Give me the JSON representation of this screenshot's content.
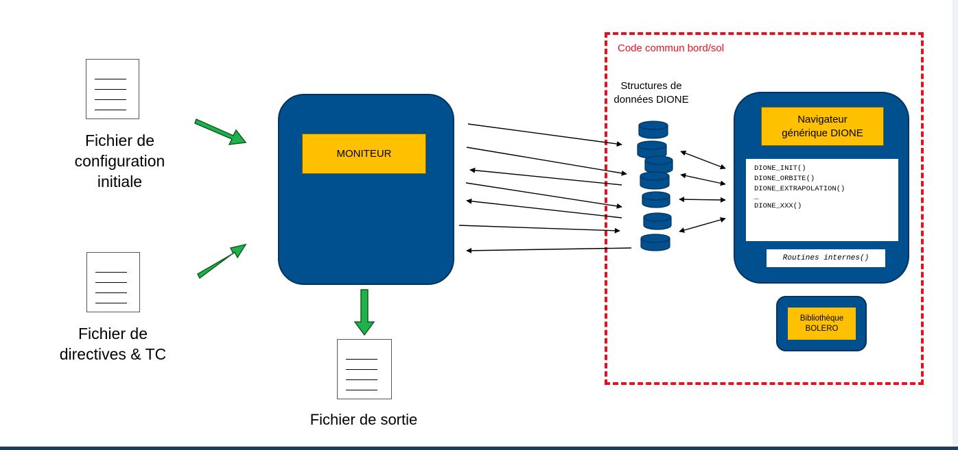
{
  "inputs": {
    "config_label": "Fichier de\nconfiguration\ninitiale",
    "directives_label": "Fichier de\ndirectives & TC"
  },
  "output": {
    "label": "Fichier de sortie"
  },
  "moniteur": {
    "label": "MONITEUR"
  },
  "common_zone": {
    "label": "Code commun bord/sol"
  },
  "structures": {
    "label": "Structures de\ndonnées DIONE"
  },
  "navigator": {
    "title": "Navigateur\ngénérique DIONE",
    "functions": [
      "DIONE_INIT()",
      "DIONE_ORBITE()",
      "DIONE_EXTRAPOLATION()",
      "…",
      "DIONE_XXX()"
    ],
    "internal": "Routines internes()"
  },
  "library": {
    "label": "Bibliothèque\nBOLERO"
  },
  "colors": {
    "navy": "#004f8f",
    "yellow": "#ffc000",
    "green_arrow": "#1fb14a",
    "red_dashed": "#e8101c"
  }
}
